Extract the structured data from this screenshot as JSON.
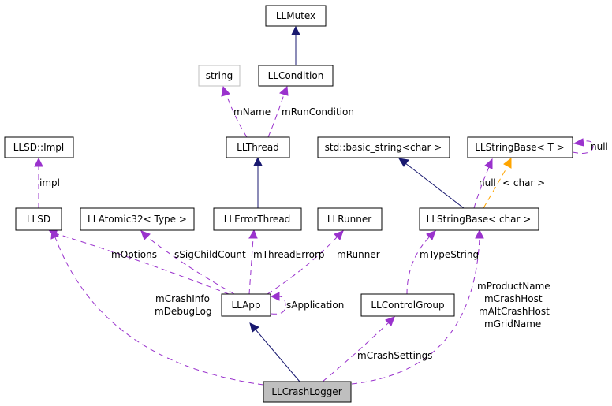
{
  "nodes": {
    "llmutex": "LLMutex",
    "string": "string",
    "llcondition": "LLCondition",
    "llsd_impl": "LLSD::Impl",
    "llthread": "LLThread",
    "std_basic_string": "std::basic_string<char >",
    "llstringbase_t": "LLStringBase< T >",
    "llsd": "LLSD",
    "llatomic32": "LLAtomic32< Type >",
    "llerrorthread": "LLErrorThread",
    "llrunner": "LLRunner",
    "llstringbase_char": "LLStringBase< char >",
    "llapp": "LLApp",
    "llcontrolgroup": "LLControlGroup",
    "llcrashlogger": "LLCrashLogger"
  },
  "edge_labels": {
    "mname": "mName",
    "mruncondition": "mRunCondition",
    "null_self": "null",
    "impl": "impl",
    "null": "null",
    "char_template": "< char >",
    "moptions": "mOptions",
    "ssigchildcount": "sSigChildCount",
    "mthreaderrorp": "mThreadErrorp",
    "mrunner": "mRunner",
    "mtypestring": "mTypeString",
    "mcrashinfo": "mCrashInfo",
    "mdebuglog": "mDebugLog",
    "sapplication": "sApplication",
    "mproductname": "mProductName",
    "mcrashhost": "mCrashHost",
    "maltcrashhost": "mAltCrashHost",
    "mgridname": "mGridName",
    "mcrashsettings": "mCrashSettings"
  },
  "colors": {
    "member_edge": "#9a32cd",
    "template_edge": "#ffa500",
    "inheritance_edge": "#191970",
    "focus_node_fill": "#bfbfbf"
  }
}
